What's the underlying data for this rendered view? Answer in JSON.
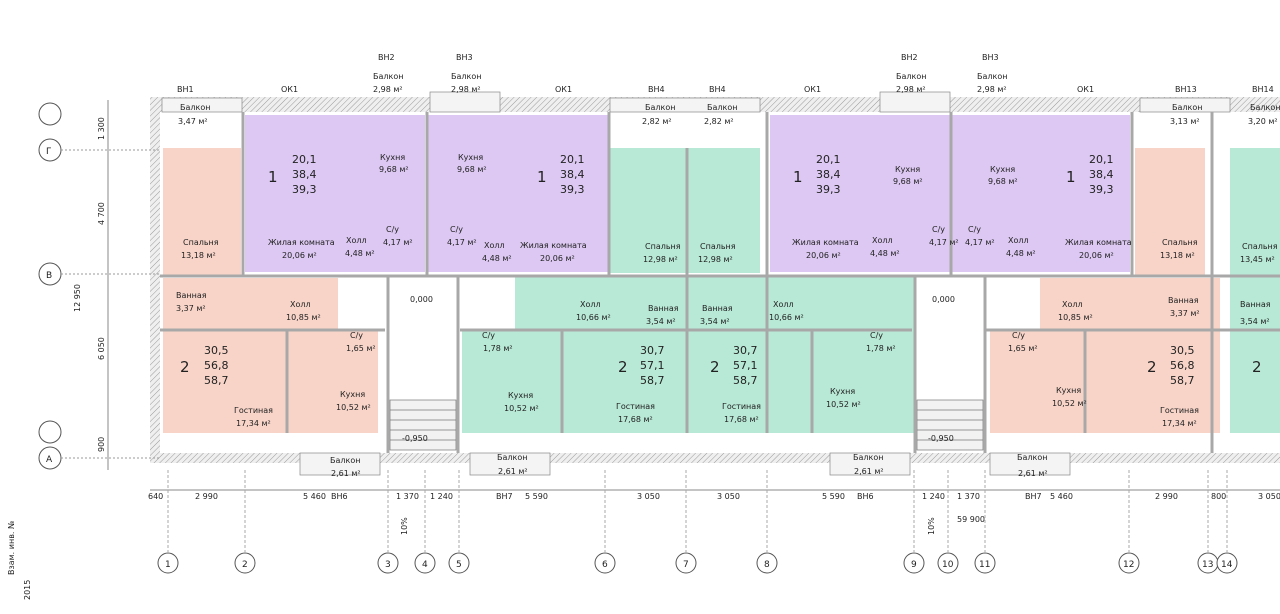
{
  "axes_top": [
    "ВН1",
    "ОК1",
    "ВН2",
    "ВН3",
    "ОК1",
    "ВН4",
    "ВН4",
    "ОК1",
    "ВН2",
    "ВН3",
    "ОК1",
    "ВН13",
    "ВН14"
  ],
  "balconies_top": [
    {
      "label": "Балкон",
      "area": "3,47 м²"
    },
    {
      "label": "Балкон",
      "area": "2,98 м²"
    },
    {
      "label": "Балкон",
      "area": "2,98 м²"
    },
    {
      "label": "Балкон",
      "area": "2,82 м²"
    },
    {
      "label": "Балкон",
      "area": "2,82 м²"
    },
    {
      "label": "Балкон",
      "area": "2,98 м²"
    },
    {
      "label": "Балкон",
      "area": "2,98 м²"
    },
    {
      "label": "Балкон",
      "area": "3,13 м²"
    },
    {
      "label": "Балкон",
      "area": "3,20 м²"
    }
  ],
  "balconies_bottom": [
    {
      "label": "Балкон",
      "area": "2,61 м²"
    },
    {
      "label": "Балкон",
      "area": "2,61 м²"
    },
    {
      "label": "Балкон",
      "area": "2,61 м²"
    },
    {
      "label": "Балкон",
      "area": "2,61 м²"
    }
  ],
  "apartments_one": {
    "num": "1",
    "a1": "20,1",
    "a2": "38,4",
    "a3": "39,3"
  },
  "apartments_two_a": {
    "num": "2",
    "a1": "30,5",
    "a2": "56,8",
    "a3": "58,7"
  },
  "apartments_two_b": {
    "num": "2",
    "a1": "30,7",
    "a2": "57,1",
    "a3": "58,7"
  },
  "rooms": {
    "living": "Жилая комната",
    "living_area": "20,06 м²",
    "kitchen": "Кухня",
    "kitchen_small": "9,68 м²",
    "kitchen_big": "10,52 м²",
    "hall": "Холл",
    "hall_a": "4,48 м²",
    "hall_b": "10,85 м²",
    "hall_c": "10,66 м²",
    "bedroom": "Спальня",
    "bedroom_a": "13,18 м²",
    "bedroom_b": "12,98 м²",
    "bedroom_c": "13,45 м²",
    "bath": "Ванная",
    "bath_a": "3,37 м²",
    "bath_b": "3,54 м²",
    "wc": "С/у",
    "wc_a": "4,17 м²",
    "wc_b": "1,65 м²",
    "wc_c": "1,78 м²",
    "guest": "Гостиная",
    "guest_a": "17,34 м²",
    "guest_b": "17,68 м²"
  },
  "levels": {
    "zero": "0,000",
    "minus": "-0,950"
  },
  "row_axes": [
    "Г",
    "В",
    "А"
  ],
  "left_dims": [
    "1 300",
    "4 700",
    "12 950",
    "6 050",
    "900"
  ],
  "bottom_dims": [
    "640",
    "2 990",
    "5 460",
    "ВН6",
    "1 370",
    "1 240",
    "ВН7",
    "5 590",
    "3 050",
    "3 050",
    "5 590",
    "ВН6",
    "1 240",
    "1 370",
    "ВН7",
    "5 460",
    "2 990",
    "800",
    "3 050"
  ],
  "total_dim": "59 900",
  "slope": "10%",
  "col_axes": [
    "1",
    "2",
    "3",
    "4",
    "5",
    "6",
    "7",
    "8",
    "9",
    "10",
    "11",
    "12",
    "13",
    "14"
  ],
  "stamp": {
    "line1": "Взам. инв. №",
    "line2": "2015"
  },
  "colors": {
    "purple": "#dcc8f2",
    "green": "#b8e8d6",
    "pink": "#f8d4c8",
    "wall": "#c9c9c9"
  }
}
